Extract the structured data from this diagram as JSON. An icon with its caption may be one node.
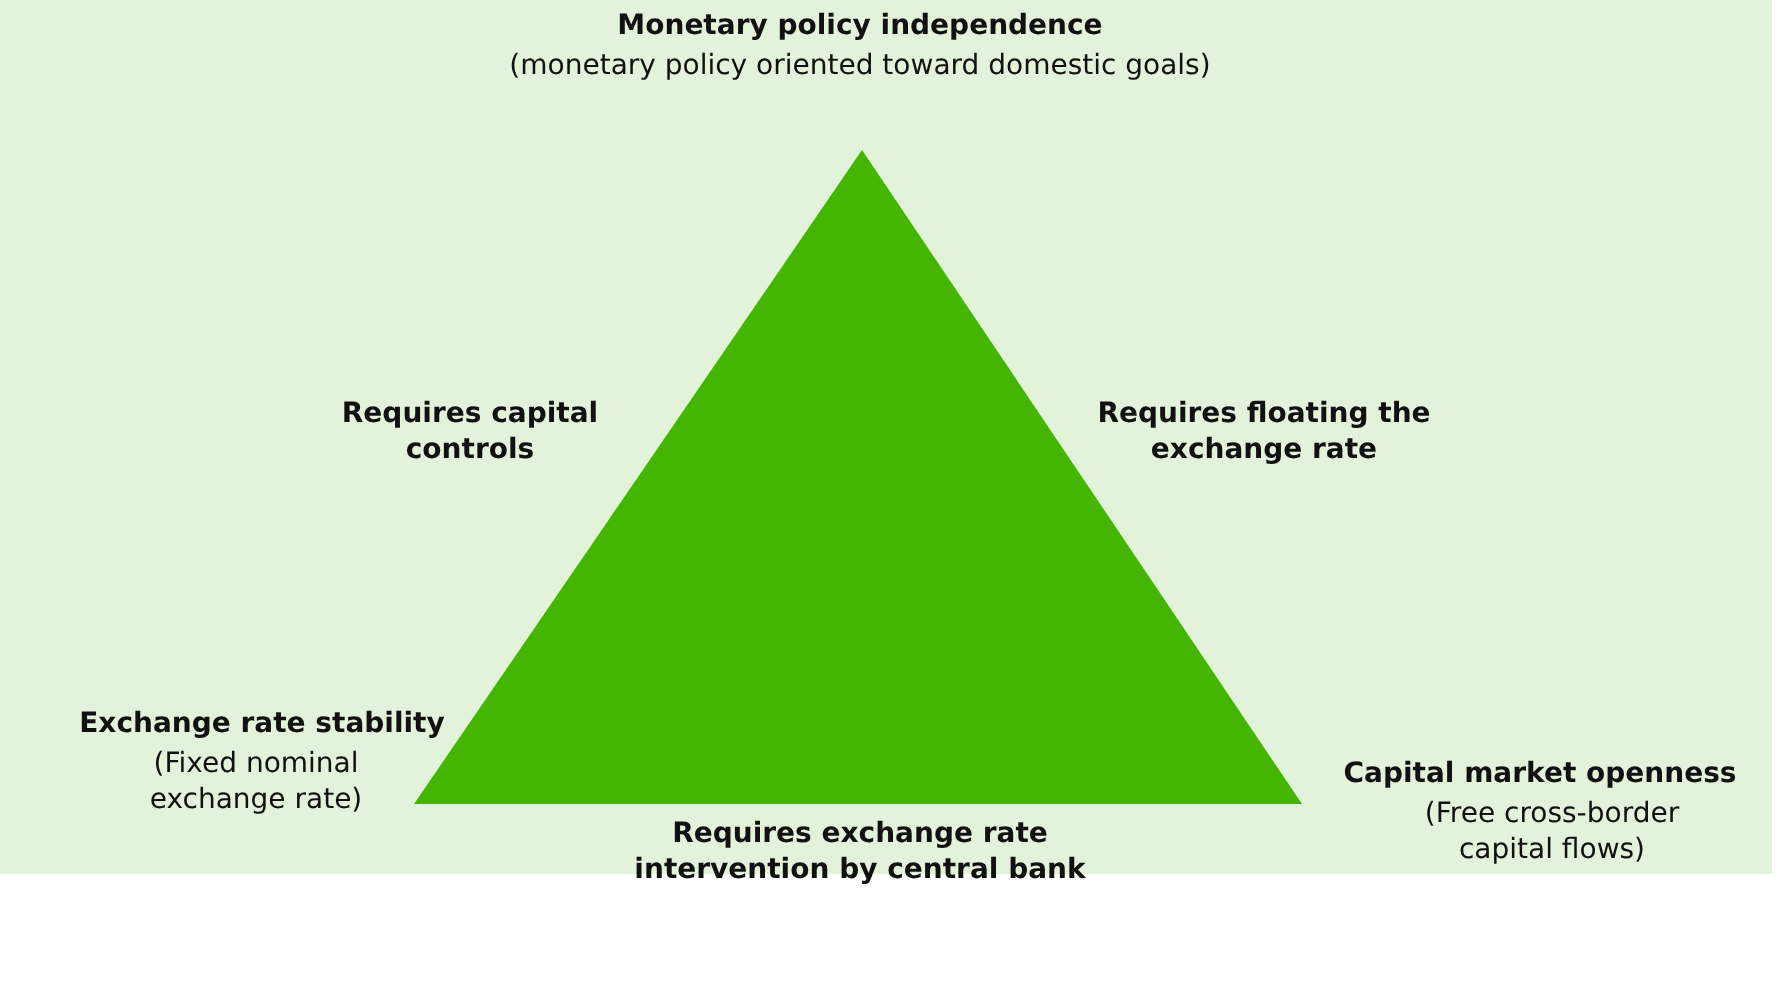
{
  "diagram": {
    "labels": [
      "Monetary policy independence",
      "(monetary policy oriented toward domestic goals)",
      "Requires capital controls",
      "Requires floating the exchange rate",
      "Exchange rate stability",
      "(Fixed nominal exchange rate)",
      "Capital market openness",
      "(Free cross-border capital flows)",
      "Requires exchange rate intervention by central bank"
    ]
  }
}
